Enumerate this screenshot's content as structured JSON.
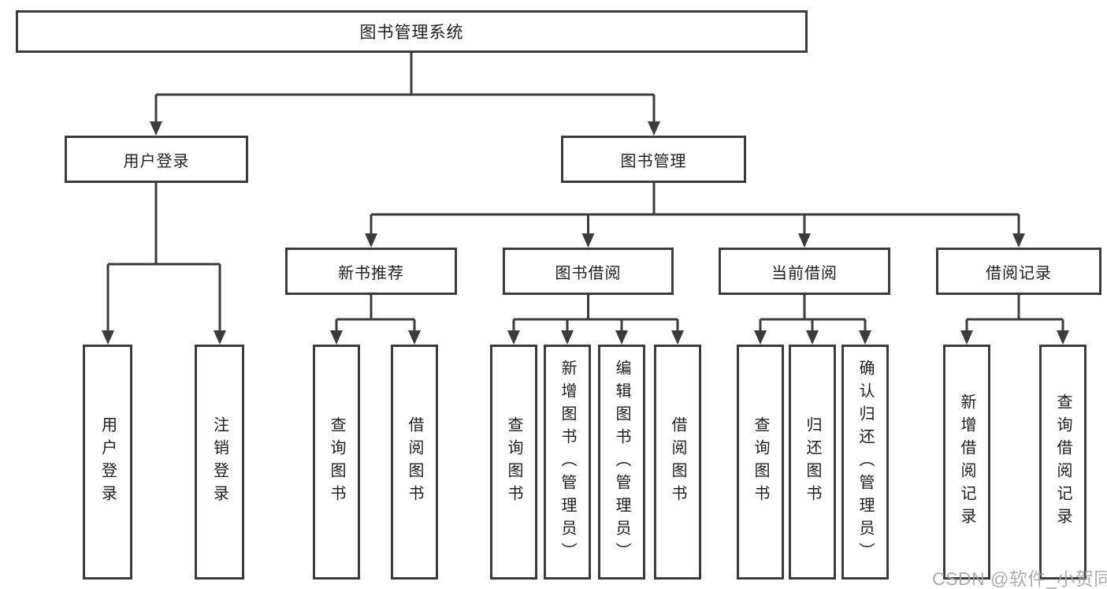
{
  "tree": {
    "root": {
      "label": "图书管理系统"
    },
    "branches": [
      {
        "label": "用户登录",
        "children": [
          {
            "label": "用户登录"
          },
          {
            "label": "注销登录"
          }
        ]
      },
      {
        "label": "图书管理",
        "sections": [
          {
            "label": "新书推荐",
            "children": [
              {
                "label": "查询图书"
              },
              {
                "label": "借阅图书"
              }
            ]
          },
          {
            "label": "图书借阅",
            "children": [
              {
                "label": "查询图书"
              },
              {
                "label": "新增图书（管理员）"
              },
              {
                "label": "编辑图书（管理员）"
              },
              {
                "label": "借阅图书"
              }
            ]
          },
          {
            "label": "当前借阅",
            "children": [
              {
                "label": "查询图书"
              },
              {
                "label": "归还图书"
              },
              {
                "label": "确认归还（管理员）"
              }
            ]
          },
          {
            "label": "借阅记录",
            "children": [
              {
                "label": "新增借阅记录"
              },
              {
                "label": "查询借阅记录"
              }
            ]
          }
        ]
      }
    ]
  },
  "watermark": {
    "text": "CSDN @软件_小贺同学"
  },
  "colors": {
    "line": "#3b3b3b",
    "text": "#1e1e1e",
    "background": "#ffffff",
    "watermark": "#a4a4a4"
  }
}
